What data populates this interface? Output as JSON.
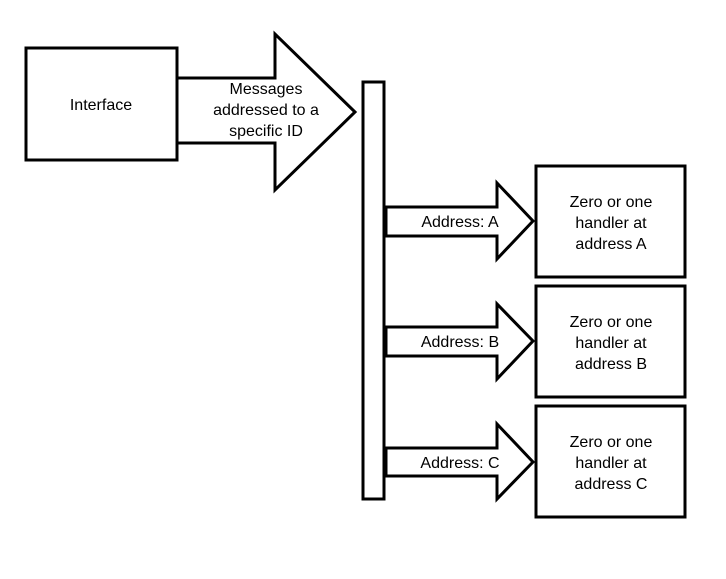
{
  "diagram": {
    "source": {
      "label": "Interface"
    },
    "main_arrow": {
      "lines": [
        "Messages",
        "addressed to a",
        "specific ID"
      ]
    },
    "routes": [
      {
        "arrow_label": "Address: A",
        "handler_lines": [
          "Zero or one",
          "handler at",
          "address A"
        ]
      },
      {
        "arrow_label": "Address: B",
        "handler_lines": [
          "Zero or one",
          "handler at",
          "address B"
        ]
      },
      {
        "arrow_label": "Address: C",
        "handler_lines": [
          "Zero or one",
          "handler at",
          "address C"
        ]
      }
    ]
  }
}
